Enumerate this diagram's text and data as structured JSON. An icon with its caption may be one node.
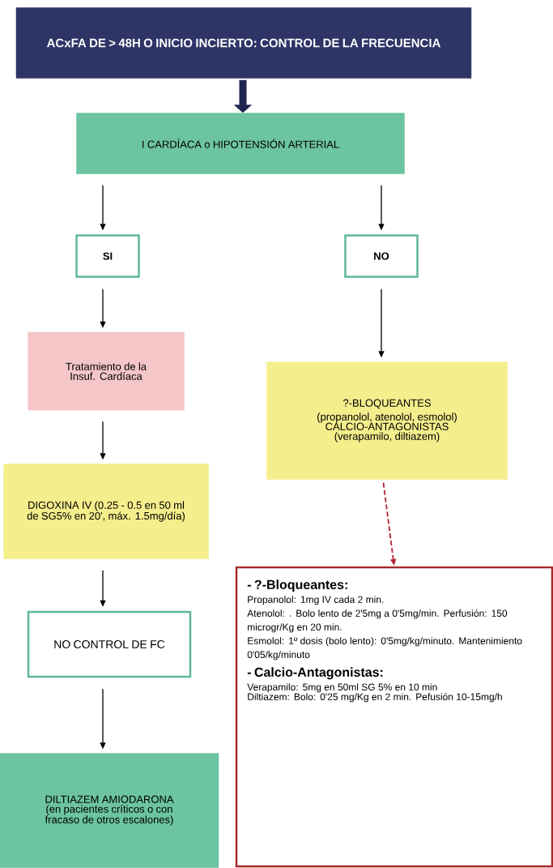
{
  "diagram": {
    "nodes": [
      {
        "text": [
          "ACxFA DE > 48H O INICIO INCIERTO: CONTROL DE LA FRECUENCIA"
        ]
      },
      {
        "text": [
          "I CARDÍACA o HIPOTENSIÓN ARTERIAL"
        ]
      },
      {
        "text": [
          "SI"
        ]
      },
      {
        "text": [
          "NO"
        ]
      },
      {
        "text": [
          "Tratamiento de la Insuf. Cardíaca"
        ]
      },
      {
        "text": [
          "?-BLOQUEANTES (propanolol, atenolol, esmolol)",
          "CALCIO-ANTAGONISTAS (verapamilo, diltiazem)"
        ]
      },
      {
        "text": [
          "DIGOXINA IV (0.25 - 0.5 en 50 ml de SG5% en 20', máx. 1.5mg/día)"
        ]
      },
      {
        "text": [
          "NO CONTROL DE FC"
        ]
      },
      {
        "text": [
          "DILTIAZEM AMIODARONA",
          "(en pacientes críticos o con fracaso de otros escalones)"
        ]
      },
      {
        "text": [
          "- ?-Bloqueantes:",
          "Propanolol: 1mg IV cada 2 min.",
          "Atenolol: . Bolo lento de 2'5mg a 0'5mg/min. Perfusión: 150 microgr/Kg en 20 min.",
          "Esmolol: 1º dosis (bolo lento): 0'5mg/kg/minuto. Mantenimiento 0'05/kg/minuto",
          "- Calcio-Antagonistas:",
          "Verapamilo: 5mg en 50ml SG 5% en 10 min",
          "Diltiazem: Bolo: 0'25 mg/Kg en 2 min. Pefusión 10-15mg/h"
        ]
      }
    ],
    "edges": [
      {
        "from": 0,
        "to": 1,
        "arrow": "to",
        "style": "thick",
        "color": "#1e2450"
      },
      {
        "from": 1,
        "to": 2,
        "arrow": "to"
      },
      {
        "from": 1,
        "to": 3,
        "arrow": "to"
      },
      {
        "from": 2,
        "to": 4,
        "arrow": "to"
      },
      {
        "from": 4,
        "to": 6,
        "arrow": "to"
      },
      {
        "from": 6,
        "to": 7,
        "arrow": "to"
      },
      {
        "from": 7,
        "to": 8,
        "arrow": "to"
      },
      {
        "from": 3,
        "to": 5,
        "arrow": "to"
      },
      {
        "from": 5,
        "to": 9,
        "arrow": "to",
        "style": "dashed",
        "color": "#b22234"
      }
    ]
  }
}
